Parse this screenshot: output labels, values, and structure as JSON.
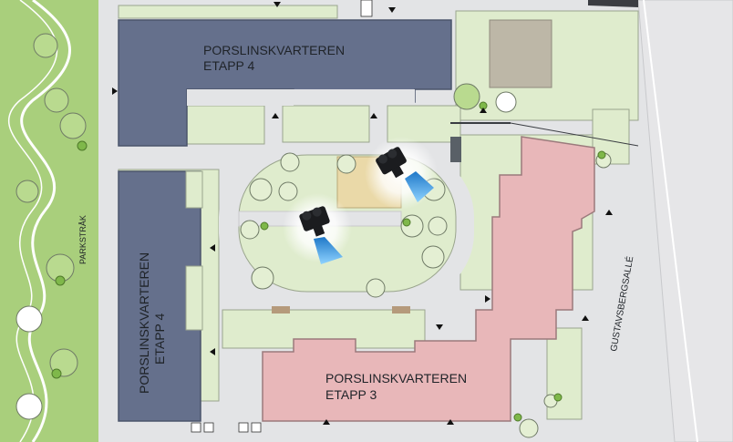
{
  "buildings": {
    "north_line1": "PORSLINSKVARTEREN",
    "north_line2": "ETAPP 4",
    "west_line1": "PORSLINSKVARTEREN",
    "west_line2": "ETAPP 4",
    "south_line1": "PORSLINSKVARTEREN",
    "south_line2": "ETAPP 3"
  },
  "streets": {
    "park": "PARKSTRÅK",
    "gustavsberg": "GUSTAVSBERGSALLÉ"
  },
  "colors": {
    "park_green": "#a9cf7c",
    "yard_green": "#dfeccd",
    "path_gray": "#e3e4e6",
    "etapp4_blue": "#65708c",
    "etapp3_pink": "#e8b7b9",
    "street_gray": "#e6e6e8",
    "sand": "#ead9a8",
    "camera_beam": "#3aa0e6"
  },
  "icons": [
    "camera-icon",
    "entrance-arrow-icon",
    "tree-icon"
  ]
}
